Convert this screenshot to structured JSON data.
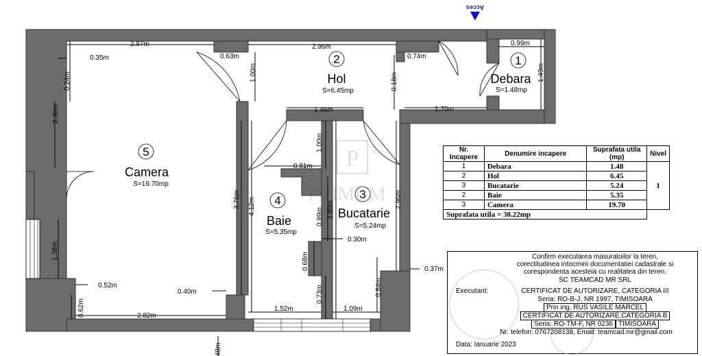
{
  "access_label": "Acces",
  "rooms": [
    {
      "num": "1",
      "name": "Debara",
      "area": "S=1.48mp"
    },
    {
      "num": "2",
      "name": "Hol",
      "area": "S=6.45mp"
    },
    {
      "num": "3",
      "name": "Bucatarie",
      "area": "S=5.24mp"
    },
    {
      "num": "4",
      "name": "Baie",
      "area": "S=5.35mp"
    },
    {
      "num": "5",
      "name": "Camera",
      "area": "S=19.70mp"
    }
  ],
  "dimensions": {
    "d287": "2.87m",
    "d296": "2.96m",
    "d099a": "0.99m",
    "d035": "0.35m",
    "d063": "0.63m",
    "d074": "0.74m",
    "d024": "0.24m",
    "d100a": "1.00m",
    "d018": "0.18m",
    "d149": "1.49m",
    "d236": "2.36m",
    "d146": "1.46m",
    "d170": "1.70m",
    "d100b": "1.00m",
    "d081": "0.81m",
    "d376": "3.76m",
    "d412": "4.12m",
    "d099b": "0.99m",
    "d380": "3.80m",
    "d296b": "2.96m",
    "d030": "0.30m",
    "d138": "1.38m",
    "d068": "0.68m",
    "d037": "0.37m",
    "d052": "0.52m",
    "d040": "0.40m",
    "d073": "0.73m",
    "d084": "0.84m",
    "d062": "0.62m",
    "d282": "2.82m",
    "d152": "1.52m",
    "d109": "1.09m",
    "d048": "48m"
  },
  "watermark": "PRIMUM",
  "table": {
    "headers": [
      "Nr. Incapere",
      "Denumire incapere",
      "Suprafata utila (mp)",
      "Nivel"
    ],
    "rows": [
      {
        "nr": "1",
        "name": "Debara",
        "area": "1.48"
      },
      {
        "nr": "2",
        "name": "Hol",
        "area": "6.45"
      },
      {
        "nr": "3",
        "name": "Bucatarie",
        "area": "5.24"
      },
      {
        "nr": "2",
        "name": "Baie",
        "area": "5.35"
      },
      {
        "nr": "3",
        "name": "Camera",
        "area": "19.70"
      }
    ],
    "nivel": "1",
    "total": "Suprafata utila  = 38.22mp"
  },
  "certificate": {
    "intro1": "Confirm executarea masuratoilor la teren,",
    "intro2": "corectitudinea intocmirii documentatiei cadastrale si",
    "intro3": "corespondenta acesteia cu realitatea din teren.",
    "company": "SC TEAMCAD MR SRL",
    "executant_label": "Executant:",
    "cert_line": "CERTIFICAT DE AUTORIZARE, CATEGORIA III",
    "seria1": "Seria: RO-B-J, NR 1997,    TIMISOARA",
    "ing": "Prin  ing.  RUS  VASILE  MARCEL",
    "cert_b": "CERTIFICAT  DE  AUTORIZARE,CATEGORIA  B",
    "seria2": "Seria:  RO-TM-F,  NR  0236",
    "seria2_city": "TIMISOARA",
    "contact": "Nr. telefon: 0767208138, Email: teamcad.mr@gmail.com",
    "date": "Data: Ianuarie 2023"
  }
}
